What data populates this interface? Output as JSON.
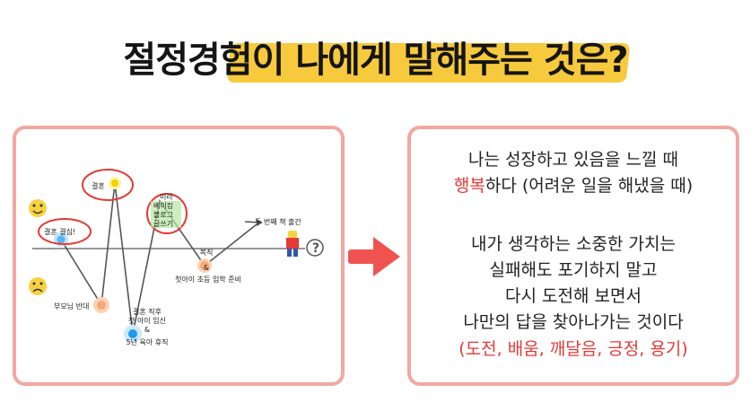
{
  "title": "절정경험이 나에게 말해주는 것은?",
  "diagram": {
    "nodes": {
      "marriage": "결혼",
      "marriage_decision": "결혼 결심!",
      "parents_opposition": "부모님 반대",
      "after_marriage_1": "결혼 직후",
      "after_marriage_2": "첫 아이 임신",
      "after_marriage_3": "&",
      "after_marriage_4": "5년 육아 휴직",
      "blog_1": "미라",
      "blog_2": "베이킹",
      "blog_3": "블로그",
      "blog_4": "글쓰기",
      "return_1": "복직",
      "return_2": "&",
      "return_3": "첫아이 초등 입학 준비",
      "second_book": "두 번째 책 출간"
    },
    "happy_icon": "happy-face",
    "sad_icon": "sad-face",
    "person_icon": "lego-figure",
    "question_icon": "?"
  },
  "right": {
    "line1": "나는 성장하고 있음을 느낄 때",
    "line2_red": "행복",
    "line2_rest": "하다 (어려운 일을 해냈을 때)",
    "p2_1": "내가 생각하는 소중한 가치는",
    "p2_2": "실패해도 포기하지 말고",
    "p2_3": "다시 도전해 보면서",
    "p2_4": "나만의 답을 찾아나가는 것이다",
    "values_red": "(도전, 배움, 깨달음, 긍정, 용기)"
  }
}
